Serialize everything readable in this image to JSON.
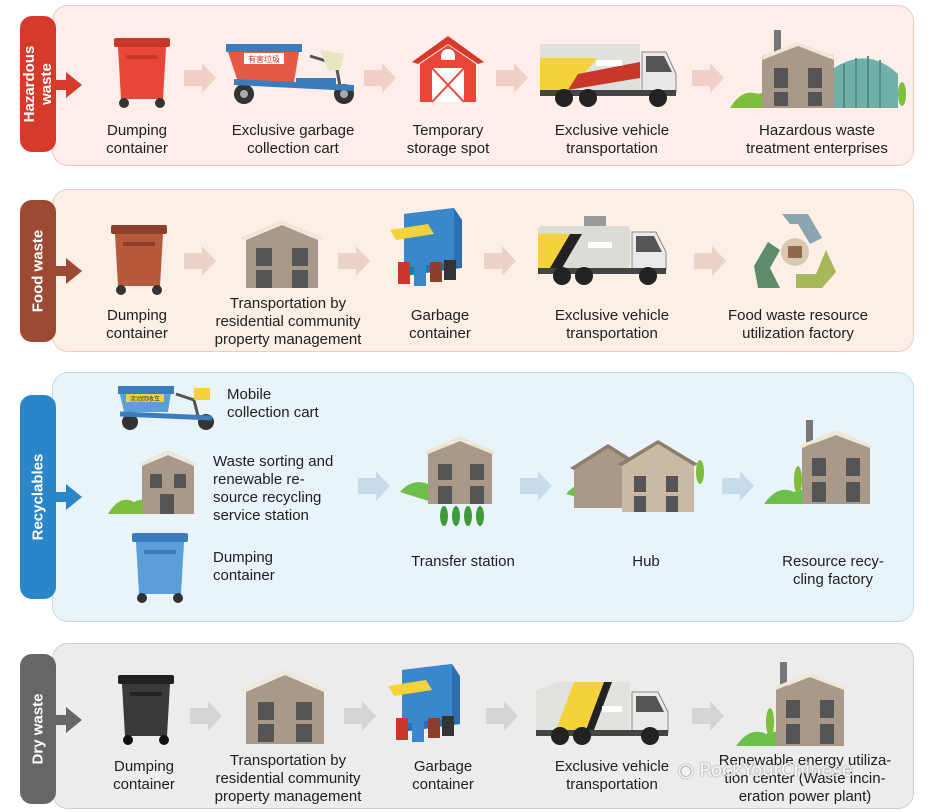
{
  "colors": {
    "hazardous": "#d63a2b",
    "food": "#9c4a33",
    "recyclables": "#2b86c9",
    "dry": "#666666",
    "flow_arrow": "#e8cdc6"
  },
  "rows": [
    {
      "category": "Hazardous\nwaste",
      "steps": [
        "Dumping\ncontainer",
        "Exclusive garbage\ncollection cart",
        "Temporary\nstorage spot",
        "Exclusive vehicle\ntransportation",
        "Hazardous waste\ntreatment enterprises"
      ],
      "cart_sign": "有害垃圾"
    },
    {
      "category": "Food waste",
      "steps": [
        "Dumping\ncontainer",
        "Transportation by\nresidential community\nproperty management",
        "Garbage\ncontainer",
        "Exclusive vehicle\ntransportation",
        "Food waste resource\nutilization factory"
      ]
    },
    {
      "category": "Recyclables",
      "sources": [
        "Mobile\ncollection cart",
        "Waste sorting and\nrenewable re-\nsource recycling\nservice station",
        "Dumping\ncontainer"
      ],
      "steps": [
        "Transfer station",
        "Hub",
        "Resource recy-\ncling factory"
      ],
      "cart_sign": "流动回收车"
    },
    {
      "category": "Dry waste",
      "steps": [
        "Dumping\ncontainer",
        "Transportation by\nresidential community\nproperty management",
        "Garbage\ncontainer",
        "Exclusive vehicle\ntransportation",
        "Renewable energy utiliza-\ntion center (Waste incin-\neration power plant)"
      ]
    }
  ],
  "watermark": "RockYourChinese"
}
